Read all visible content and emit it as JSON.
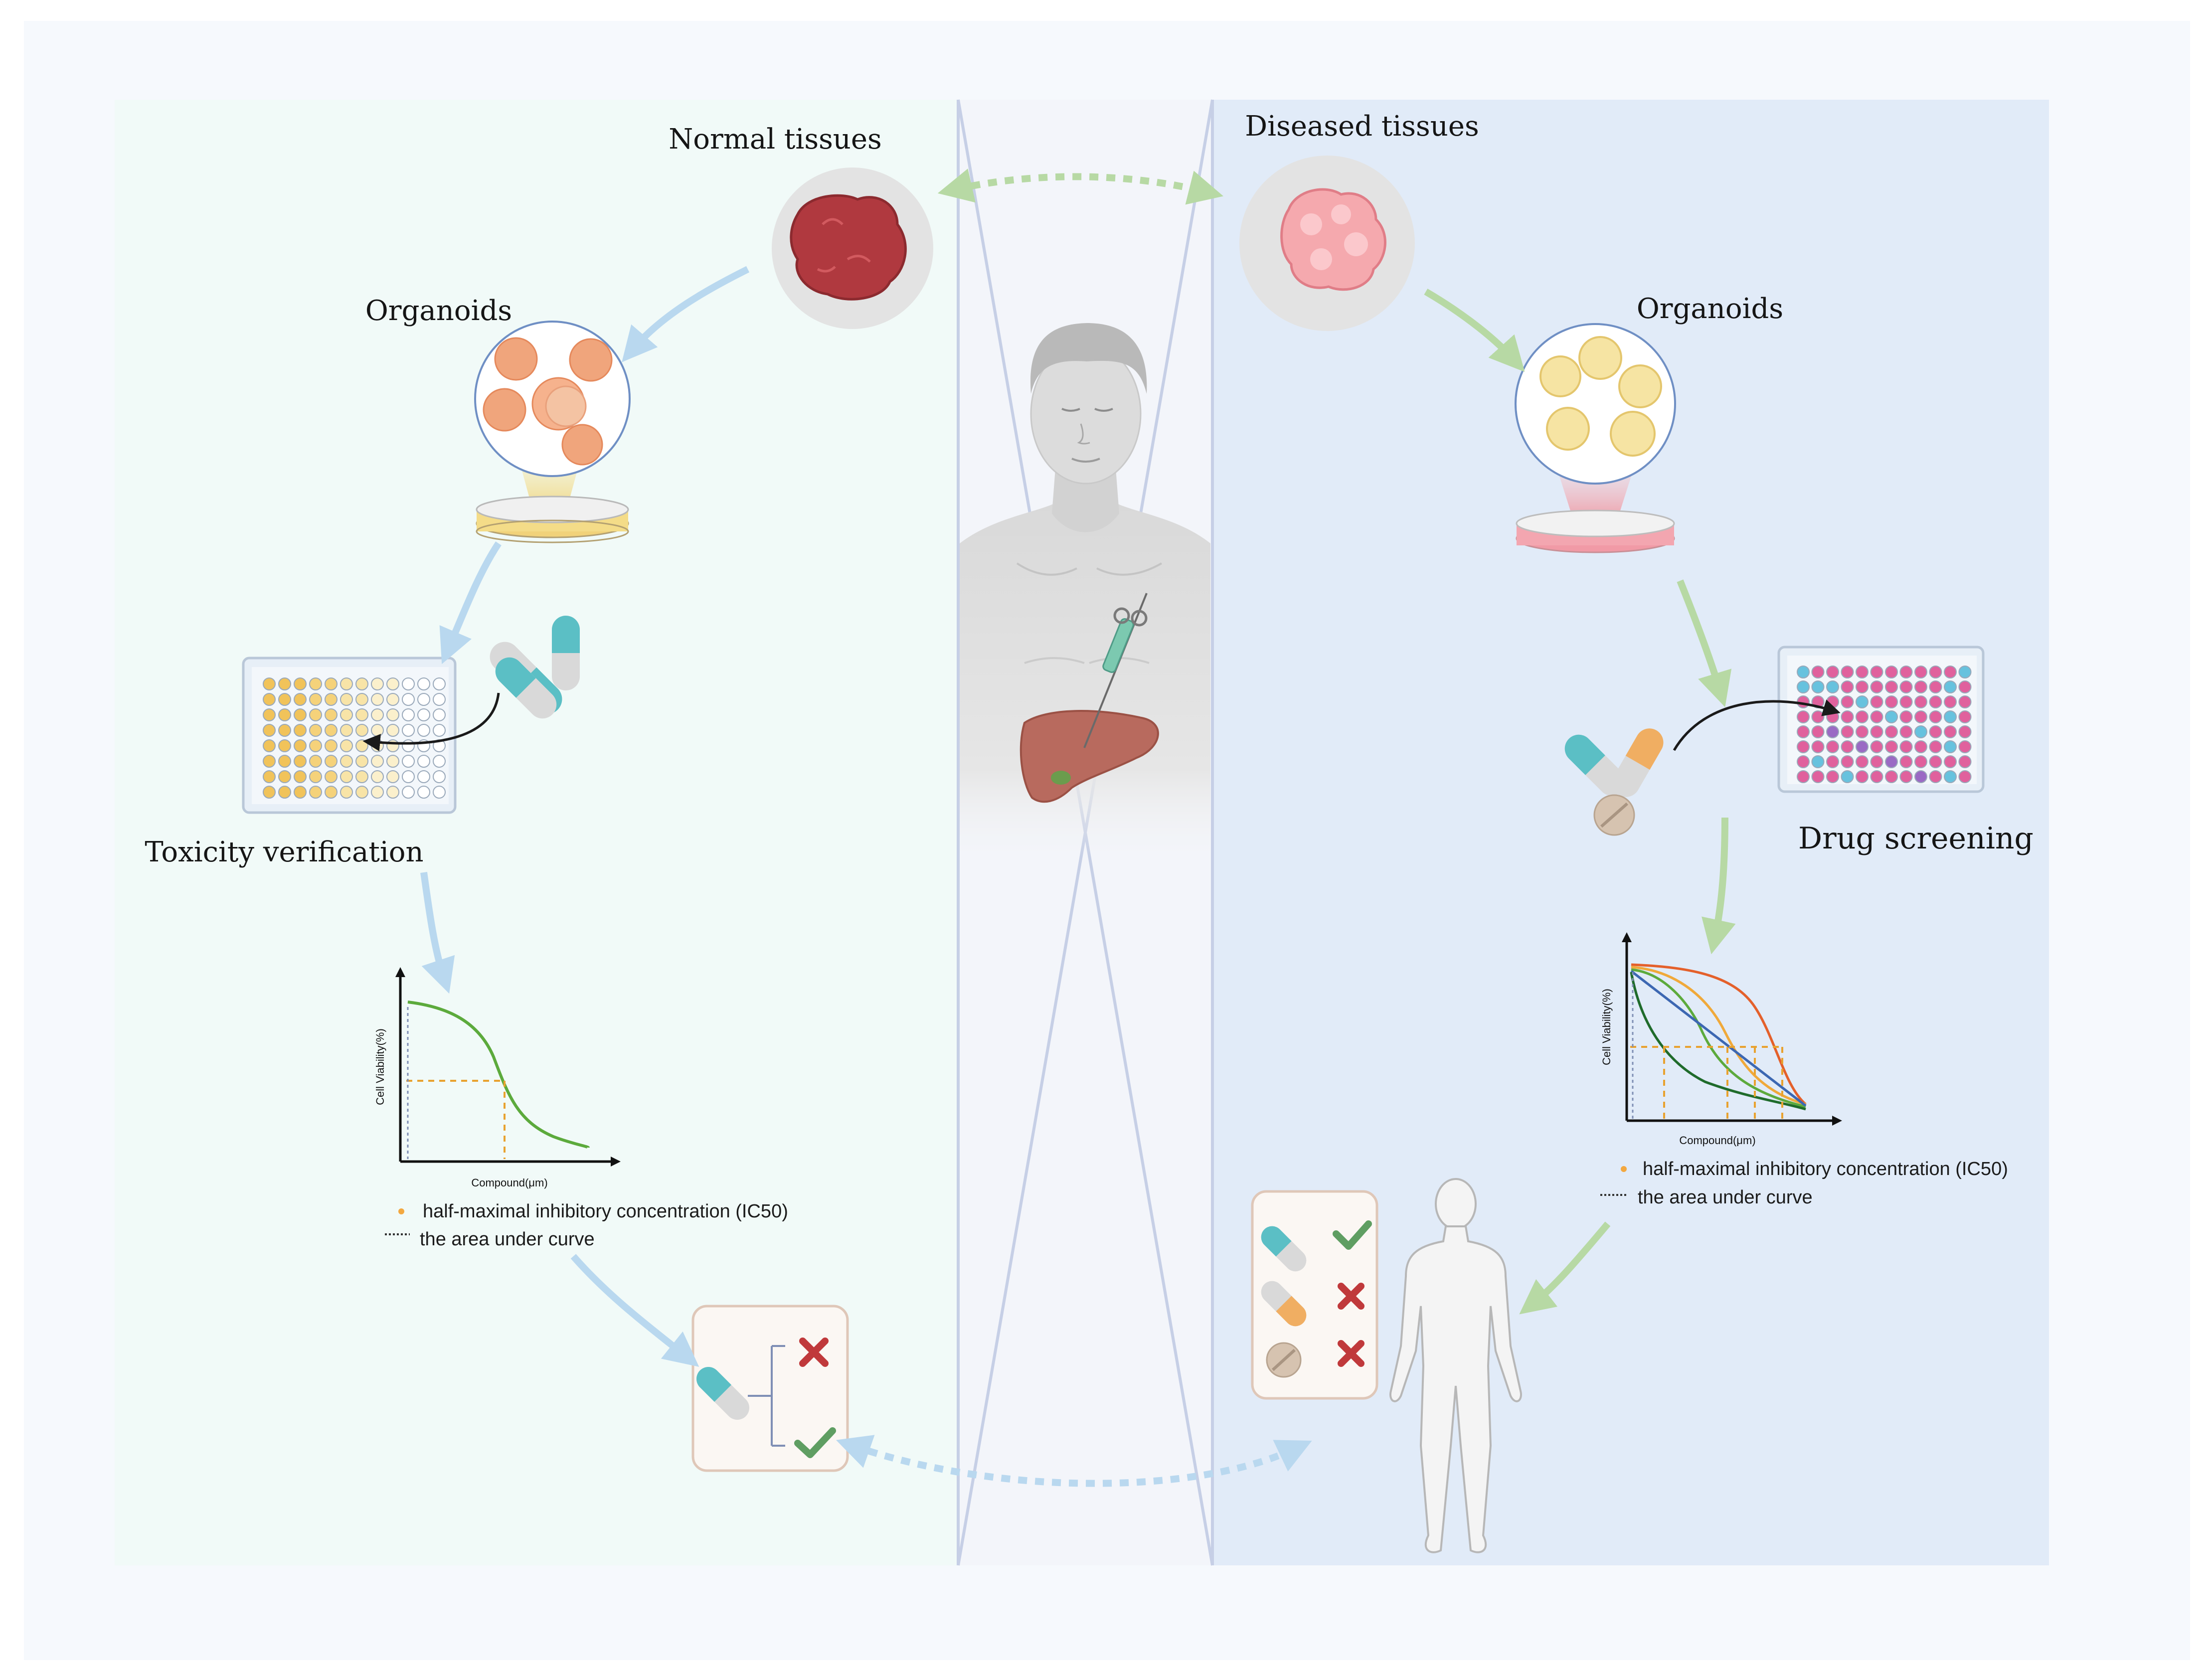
{
  "left": {
    "normal_tissues": "Normal tissues",
    "organoids": "Organoids",
    "toxicity_verification": "Toxicity verification",
    "chart_ylabel": "Cell Viability(%)",
    "chart_xlabel": "Compound(μm)",
    "legend_ic50": "half-maximal inhibitory concentration (IC50)",
    "legend_auc": "the area under curve"
  },
  "right": {
    "diseased_tissues": "Diseased tissues",
    "organoids": "Organoids",
    "drug_screening": "Drug screening",
    "chart_ylabel": "Cell Viability(%)",
    "chart_xlabel": "Compound(μm)",
    "legend_ic50": "half-maximal inhibitory concentration (IC50)",
    "legend_auc": "the area under curve"
  },
  "colors": {
    "left_panel": "#f1faf8",
    "right_panel": "#e1ebf8",
    "blue_arrow": "#b9d8ef",
    "green_arrow": "#b7d9a4",
    "normal_tissue": "#b0393f",
    "diseased_tissue": "#f5a9ae",
    "organoid_normal": "#f0a57c",
    "organoid_diseased": "#f6e4a3",
    "well_yellow": "#f1c35a",
    "well_pink": "#e0619d",
    "well_blue": "#67c2de",
    "capsule_teal": "#5bbfc5",
    "check_green": "#5f9e62",
    "cross_red": "#c0393b"
  },
  "icons": [
    "normal-tissue-icon",
    "diseased-tissue-icon",
    "organoid-dish-icon",
    "well-plate-icon",
    "capsule-icon",
    "tablet-icon",
    "check-icon",
    "cross-icon",
    "human-body-icon",
    "liver-icon",
    "biopsy-needle-icon"
  ]
}
